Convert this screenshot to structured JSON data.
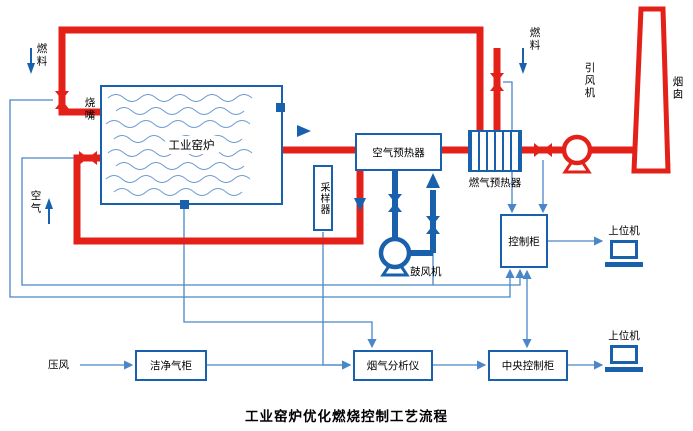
{
  "diagram": {
    "title": "工业窑炉优化燃烧控制工艺流程",
    "labels": {
      "fuel_left": "燃料",
      "burner": "烧嘴",
      "furnace": "工业窑炉",
      "air": "空气",
      "sampler": "采样器",
      "air_preheater": "空气预热器",
      "gas_preheater": "燃气预热器",
      "fuel_right": "燃料",
      "induced_draft_fan": "引风机",
      "chimney": "烟囱",
      "blower": "鼓风机",
      "control_cabinet": "控制柜",
      "host_computer_top": "上位机",
      "host_computer_bottom": "上位机",
      "compressed_air": "压风",
      "clean_gas_cabinet": "洁净气柜",
      "flue_gas_analyzer": "烟气分析仪",
      "central_control_cabinet": "中央控制柜"
    },
    "colors": {
      "pipe_red": "#e32119",
      "device_blue": "#1961ac",
      "signal_blue": "#4a86c8"
    }
  }
}
